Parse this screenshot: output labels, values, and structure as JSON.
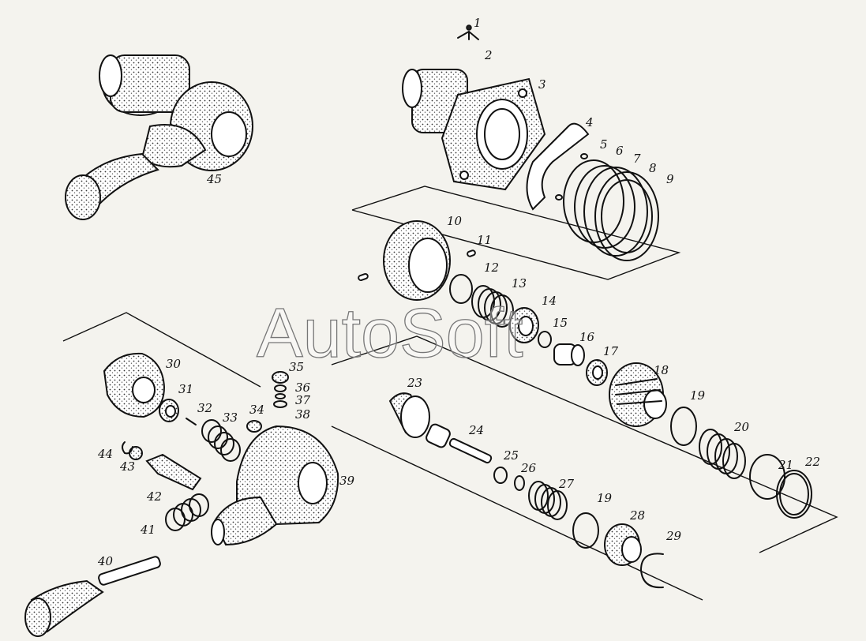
{
  "watermark": "AutoSoft",
  "part_numbers": [
    "1",
    "2",
    "3",
    "4",
    "5",
    "6",
    "7",
    "8",
    "9",
    "10",
    "11",
    "12",
    "13",
    "14",
    "15",
    "16",
    "17",
    "18",
    "19",
    "20",
    "21",
    "22",
    "23",
    "24",
    "25",
    "26",
    "27",
    "28",
    "19",
    "29",
    "30",
    "31",
    "32",
    "33",
    "34",
    "35",
    "36",
    "37",
    "38",
    "39",
    "40",
    "41",
    "42",
    "43",
    "44",
    "45"
  ],
  "colors": {
    "ink": "#111111",
    "paper": "#f4f3ee"
  }
}
